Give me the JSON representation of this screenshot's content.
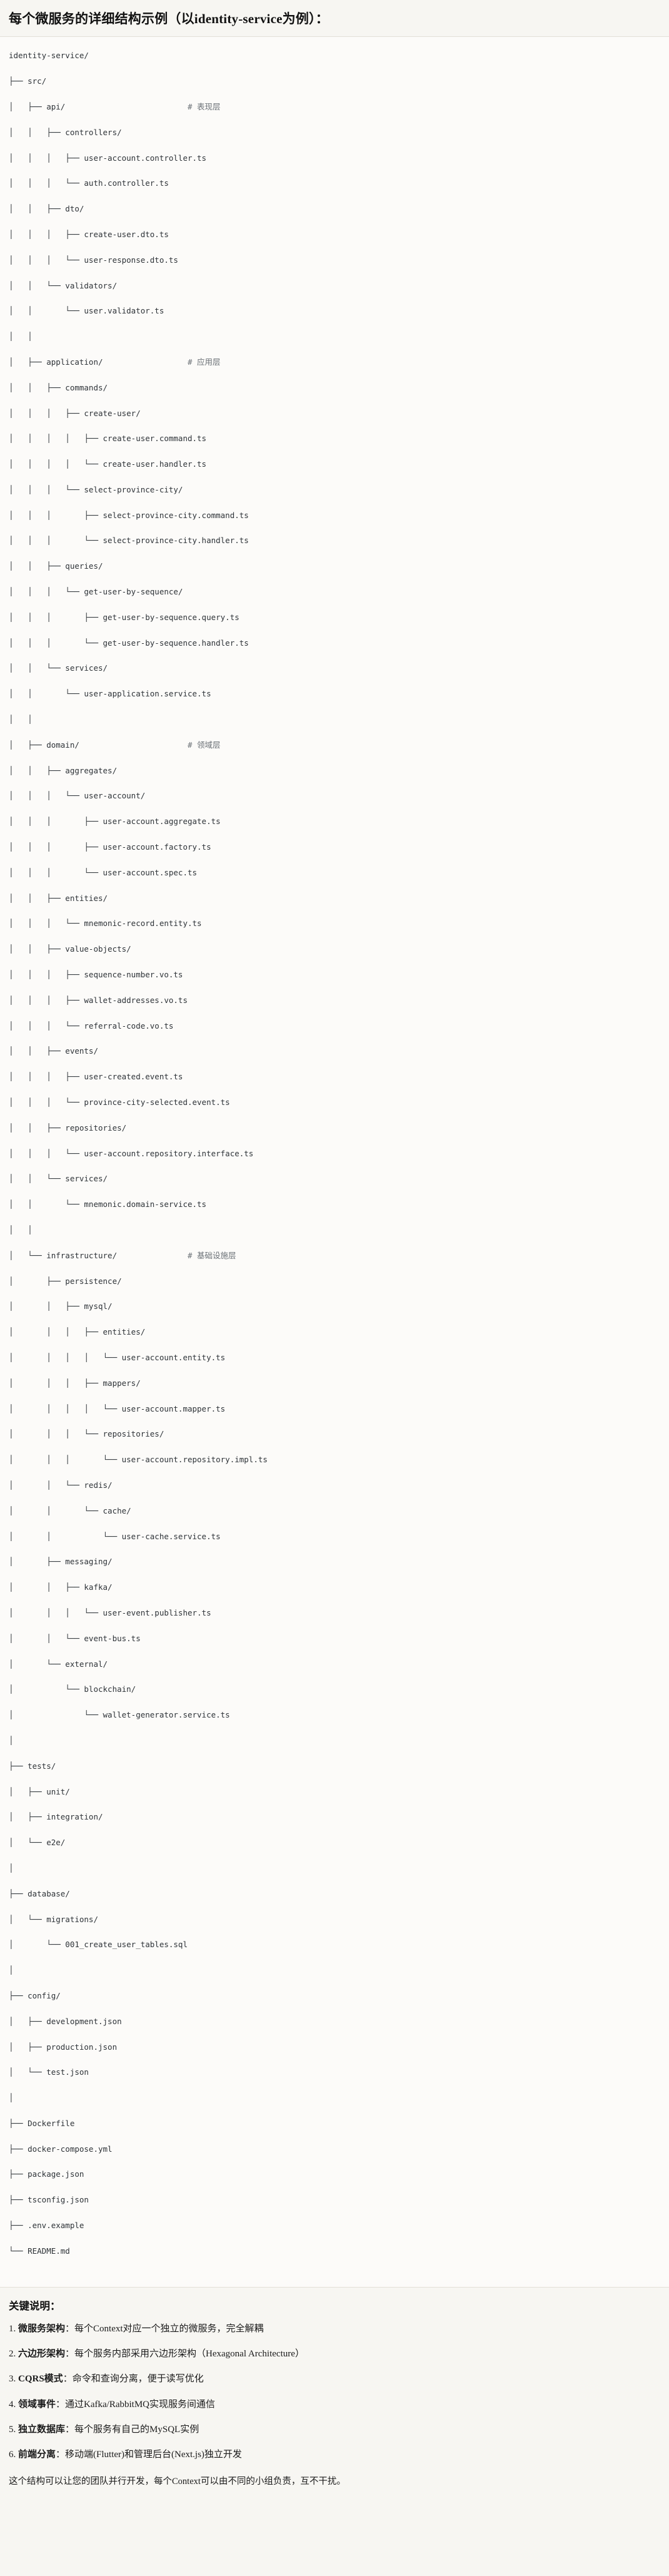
{
  "header": {
    "title": "每个微服务的详细结构示例（以identity-service为例）："
  },
  "tree": {
    "root_label": "identity-service/",
    "lines": [
      {
        "path": "identity-service/",
        "comment": ""
      },
      {
        "path": "├── src/",
        "comment": ""
      },
      {
        "path": "│   ├── api/",
        "comment": "# 表现层"
      },
      {
        "path": "│   │   ├── controllers/",
        "comment": ""
      },
      {
        "path": "│   │   │   ├── user-account.controller.ts",
        "comment": ""
      },
      {
        "path": "│   │   │   └── auth.controller.ts",
        "comment": ""
      },
      {
        "path": "│   │   ├── dto/",
        "comment": ""
      },
      {
        "path": "│   │   │   ├── create-user.dto.ts",
        "comment": ""
      },
      {
        "path": "│   │   │   └── user-response.dto.ts",
        "comment": ""
      },
      {
        "path": "│   │   └── validators/",
        "comment": ""
      },
      {
        "path": "│   │       └── user.validator.ts",
        "comment": ""
      },
      {
        "path": "│   │",
        "comment": ""
      },
      {
        "path": "│   ├── application/",
        "comment": "# 应用层"
      },
      {
        "path": "│   │   ├── commands/",
        "comment": ""
      },
      {
        "path": "│   │   │   ├── create-user/",
        "comment": ""
      },
      {
        "path": "│   │   │   │   ├── create-user.command.ts",
        "comment": ""
      },
      {
        "path": "│   │   │   │   └── create-user.handler.ts",
        "comment": ""
      },
      {
        "path": "│   │   │   └── select-province-city/",
        "comment": ""
      },
      {
        "path": "│   │   │       ├── select-province-city.command.ts",
        "comment": ""
      },
      {
        "path": "│   │   │       └── select-province-city.handler.ts",
        "comment": ""
      },
      {
        "path": "│   │   ├── queries/",
        "comment": ""
      },
      {
        "path": "│   │   │   └── get-user-by-sequence/",
        "comment": ""
      },
      {
        "path": "│   │   │       ├── get-user-by-sequence.query.ts",
        "comment": ""
      },
      {
        "path": "│   │   │       └── get-user-by-sequence.handler.ts",
        "comment": ""
      },
      {
        "path": "│   │   └── services/",
        "comment": ""
      },
      {
        "path": "│   │       └── user-application.service.ts",
        "comment": ""
      },
      {
        "path": "│   │",
        "comment": ""
      },
      {
        "path": "│   ├── domain/",
        "comment": "# 领域层"
      },
      {
        "path": "│   │   ├── aggregates/",
        "comment": ""
      },
      {
        "path": "│   │   │   └── user-account/",
        "comment": ""
      },
      {
        "path": "│   │   │       ├── user-account.aggregate.ts",
        "comment": ""
      },
      {
        "path": "│   │   │       ├── user-account.factory.ts",
        "comment": ""
      },
      {
        "path": "│   │   │       └── user-account.spec.ts",
        "comment": ""
      },
      {
        "path": "│   │   ├── entities/",
        "comment": ""
      },
      {
        "path": "│   │   │   └── mnemonic-record.entity.ts",
        "comment": ""
      },
      {
        "path": "│   │   ├── value-objects/",
        "comment": ""
      },
      {
        "path": "│   │   │   ├── sequence-number.vo.ts",
        "comment": ""
      },
      {
        "path": "│   │   │   ├── wallet-addresses.vo.ts",
        "comment": ""
      },
      {
        "path": "│   │   │   └── referral-code.vo.ts",
        "comment": ""
      },
      {
        "path": "│   │   ├── events/",
        "comment": ""
      },
      {
        "path": "│   │   │   ├── user-created.event.ts",
        "comment": ""
      },
      {
        "path": "│   │   │   └── province-city-selected.event.ts",
        "comment": ""
      },
      {
        "path": "│   │   ├── repositories/",
        "comment": ""
      },
      {
        "path": "│   │   │   └── user-account.repository.interface.ts",
        "comment": ""
      },
      {
        "path": "│   │   └── services/",
        "comment": ""
      },
      {
        "path": "│   │       └── mnemonic.domain-service.ts",
        "comment": ""
      },
      {
        "path": "│   │",
        "comment": ""
      },
      {
        "path": "│   └── infrastructure/",
        "comment": "# 基础设施层"
      },
      {
        "path": "│       ├── persistence/",
        "comment": ""
      },
      {
        "path": "│       │   ├── mysql/",
        "comment": ""
      },
      {
        "path": "│       │   │   ├── entities/",
        "comment": ""
      },
      {
        "path": "│       │   │   │   └── user-account.entity.ts",
        "comment": ""
      },
      {
        "path": "│       │   │   ├── mappers/",
        "comment": ""
      },
      {
        "path": "│       │   │   │   └── user-account.mapper.ts",
        "comment": ""
      },
      {
        "path": "│       │   │   └── repositories/",
        "comment": ""
      },
      {
        "path": "│       │   │       └── user-account.repository.impl.ts",
        "comment": ""
      },
      {
        "path": "│       │   └── redis/",
        "comment": ""
      },
      {
        "path": "│       │       └── cache/",
        "comment": ""
      },
      {
        "path": "│       │           └── user-cache.service.ts",
        "comment": ""
      },
      {
        "path": "│       ├── messaging/",
        "comment": ""
      },
      {
        "path": "│       │   ├── kafka/",
        "comment": ""
      },
      {
        "path": "│       │   │   └── user-event.publisher.ts",
        "comment": ""
      },
      {
        "path": "│       │   └── event-bus.ts",
        "comment": ""
      },
      {
        "path": "│       └── external/",
        "comment": ""
      },
      {
        "path": "│           └── blockchain/",
        "comment": ""
      },
      {
        "path": "│               └── wallet-generator.service.ts",
        "comment": ""
      },
      {
        "path": "│",
        "comment": ""
      },
      {
        "path": "├── tests/",
        "comment": ""
      },
      {
        "path": "│   ├── unit/",
        "comment": ""
      },
      {
        "path": "│   ├── integration/",
        "comment": ""
      },
      {
        "path": "│   └── e2e/",
        "comment": ""
      },
      {
        "path": "│",
        "comment": ""
      },
      {
        "path": "├── database/",
        "comment": ""
      },
      {
        "path": "│   └── migrations/",
        "comment": ""
      },
      {
        "path": "│       └── 001_create_user_tables.sql",
        "comment": ""
      },
      {
        "path": "│",
        "comment": ""
      },
      {
        "path": "├── config/",
        "comment": ""
      },
      {
        "path": "│   ├── development.json",
        "comment": ""
      },
      {
        "path": "│   ├── production.json",
        "comment": ""
      },
      {
        "path": "│   └── test.json",
        "comment": ""
      },
      {
        "path": "│",
        "comment": ""
      },
      {
        "path": "├── Dockerfile",
        "comment": ""
      },
      {
        "path": "├── docker-compose.yml",
        "comment": ""
      },
      {
        "path": "├── package.json",
        "comment": ""
      },
      {
        "path": "├── tsconfig.json",
        "comment": ""
      },
      {
        "path": "├── .env.example",
        "comment": ""
      },
      {
        "path": "└── README.md",
        "comment": ""
      }
    ],
    "comment_column": 38
  },
  "notes": {
    "heading": "关键说明：",
    "items": [
      {
        "num": "1.",
        "term": "微服务架构",
        "sep": "：",
        "desc": "每个Context对应一个独立的微服务，完全解耦"
      },
      {
        "num": "2.",
        "term": "六边形架构",
        "sep": "：",
        "desc": "每个服务内部采用六边形架构（Hexagonal Architecture）"
      },
      {
        "num": "3.",
        "term": "CQRS模式",
        "sep": "：",
        "desc": "命令和查询分离，便于读写优化"
      },
      {
        "num": "4.",
        "term": "领域事件",
        "sep": "：",
        "desc": "通过Kafka/RabbitMQ实现服务间通信"
      },
      {
        "num": "5.",
        "term": "独立数据库",
        "sep": "：",
        "desc": "每个服务有自己的MySQL实例"
      },
      {
        "num": "6.",
        "term": "前端分离",
        "sep": "：",
        "desc": "移动端(Flutter)和管理后台(Next.js)独立开发"
      }
    ],
    "closing": "这个结构可以让您的团队并行开发，每个Context可以由不同的小组负责，互不干扰。"
  },
  "colors": {
    "page_background": "#f7f6f2",
    "code_background": "#fcfbf9",
    "text": "#1b1b1b",
    "code_text": "#2e3338",
    "comment_text": "#6a7076",
    "divider": "#e3e0d8"
  }
}
